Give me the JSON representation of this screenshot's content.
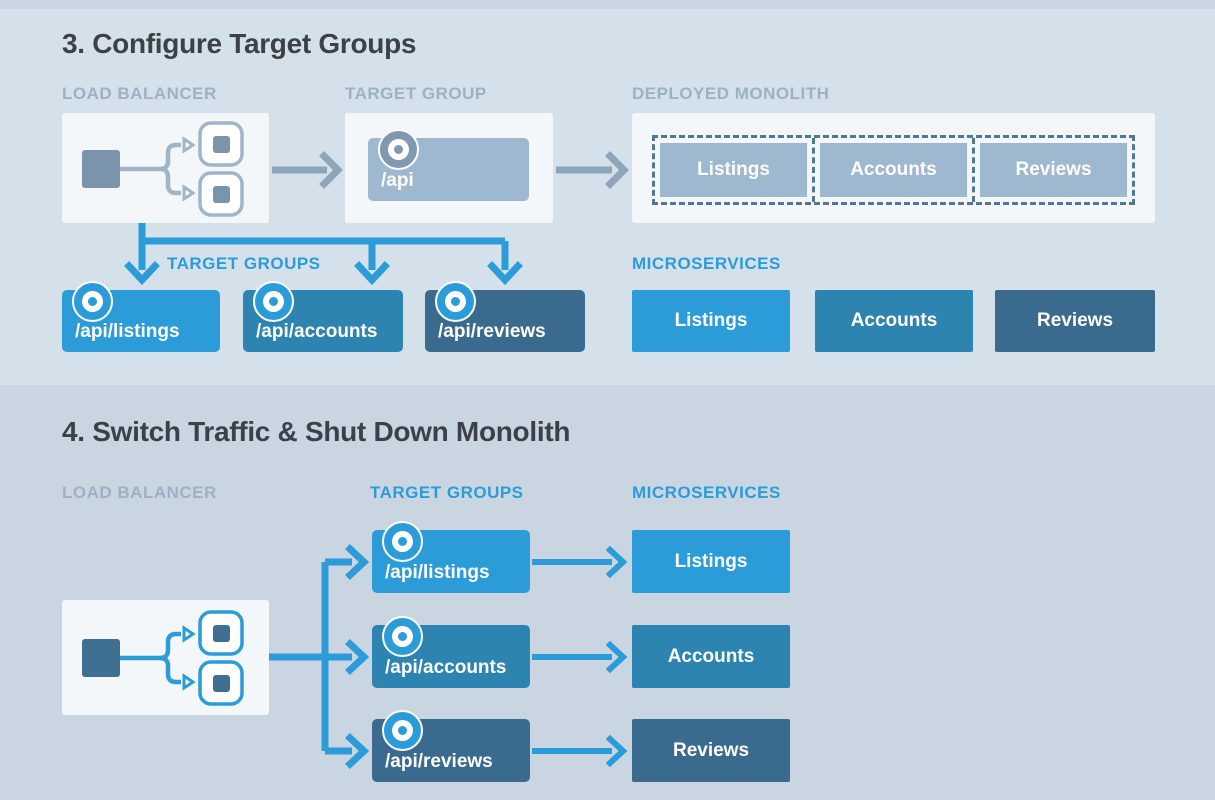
{
  "colors": {
    "accent_blue": "#2b9cd8",
    "medium_blue": "#2e84b0",
    "dark_blue": "#3a6b8f",
    "steel_blue": "#9db8cf",
    "label_gray": "#9db1c4",
    "gray_arrow": "#8ea4b9",
    "card_white": "#f4f7f9",
    "bg_light": "#d5e1ea",
    "bg_dark": "#c9d6e2"
  },
  "section3": {
    "title": "3. Configure Target Groups",
    "load_balancer_label": "LOAD BALANCER",
    "target_group_label": "TARGET GROUP",
    "deployed_monolith_label": "DEPLOYED MONOLITH",
    "target_groups_label": "TARGET GROUPS",
    "microservices_label": "MICROSERVICES",
    "api_path": "/api",
    "monolith_cells": [
      "Listings",
      "Accounts",
      "Reviews"
    ],
    "target_group_paths": [
      "/api/listings",
      "/api/accounts",
      "/api/reviews"
    ],
    "microservices": [
      "Listings",
      "Accounts",
      "Reviews"
    ]
  },
  "section4": {
    "title": "4. Switch Traffic & Shut Down Monolith",
    "load_balancer_label": "LOAD BALANCER",
    "target_groups_label": "TARGET GROUPS",
    "microservices_label": "MICROSERVICES",
    "target_group_paths": [
      "/api/listings",
      "/api/accounts",
      "/api/reviews"
    ],
    "microservices": [
      "Listings",
      "Accounts",
      "Reviews"
    ]
  }
}
